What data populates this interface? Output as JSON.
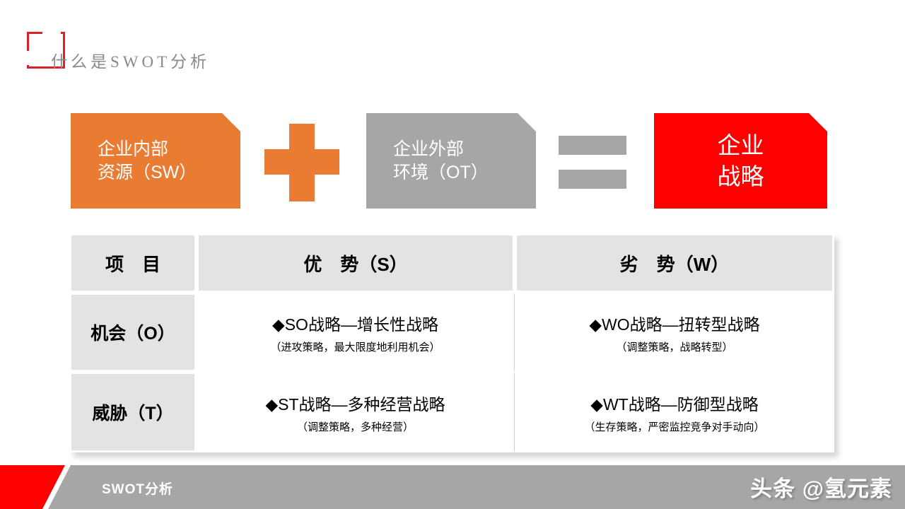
{
  "slide": {
    "title": "什么是SWOT分析",
    "accent_red": "#d9232a",
    "orange": "#e97b32",
    "gray": "#a6a6a6",
    "red": "#ff0000"
  },
  "equation": {
    "internal_box": "企业内部\n资源（SW）",
    "plus_operator": "+",
    "external_box": "企业外部\n环境（OT）",
    "equals_operator": "=",
    "result_box": "企业\n战略"
  },
  "matrix": {
    "headers": [
      "项　目",
      "优　势（S）",
      "劣　势（W）"
    ],
    "rows": [
      {
        "label": "机会（O）",
        "cells": [
          {
            "main": "◆SO战略—增长性战略",
            "sub": "（进攻策略，最大限度地利用机会）"
          },
          {
            "main": "◆WO战略—扭转型战略",
            "sub": "（调整策略，战略转型）"
          }
        ]
      },
      {
        "label": "威胁（T）",
        "cells": [
          {
            "main": "◆ST战略—多种经营战略",
            "sub": "（调整策略，多种经营）"
          },
          {
            "main": "◆WT战略—防御型战略",
            "sub": "（生存策略，严密监控竞争对手动向）"
          }
        ]
      }
    ]
  },
  "footer": {
    "label": "SWOT分析",
    "watermark": "头条 @氢元素"
  }
}
